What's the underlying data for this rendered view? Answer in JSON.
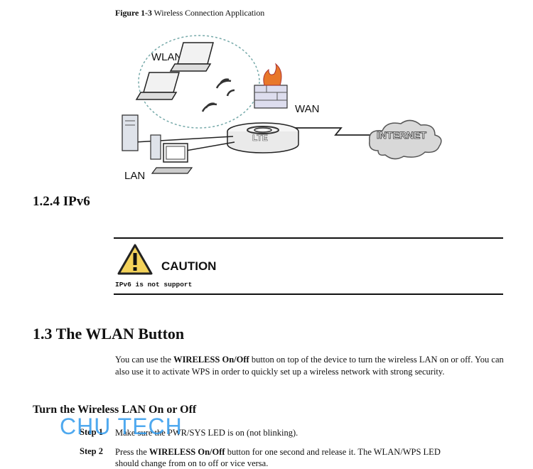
{
  "figure": {
    "caption_label": "Figure 1-3",
    "caption_text": "Wireless Connection Application",
    "labels": {
      "wlan": "WLAN",
      "wan": "WAN",
      "lan": "LAN",
      "router": "LTE",
      "internet": "INTERNET"
    }
  },
  "section_124": {
    "title": "1.2.4 IPv6"
  },
  "caution": {
    "heading": "CAUTION",
    "text": "IPv6 is not support",
    "icon": "warning-triangle-icon"
  },
  "section_13": {
    "title": "1.3 The WLAN Button",
    "paragraph_prefix": "You can use the ",
    "paragraph_bold": "WIRELESS On/Off",
    "paragraph_suffix": " button on top of the device to turn the wireless LAN on or off. You can also use it to activate WPS in order to quickly set up a wireless network with strong security."
  },
  "subsection": {
    "title": "Turn the Wireless LAN On or Off"
  },
  "steps": [
    {
      "label": "Step 1",
      "text": "Make sure the PWR/SYS LED is on (not blinking)."
    },
    {
      "label": "Step 2",
      "text_prefix": "Press the ",
      "text_bold": "WIRELESS On/Off",
      "text_mid": " button for one second and release it. The WLAN/WPS LED",
      "text_line2": "should change from on to off or vice versa."
    }
  ],
  "watermark": {
    "text": "CHU TECH",
    "color": "#2896eb"
  }
}
